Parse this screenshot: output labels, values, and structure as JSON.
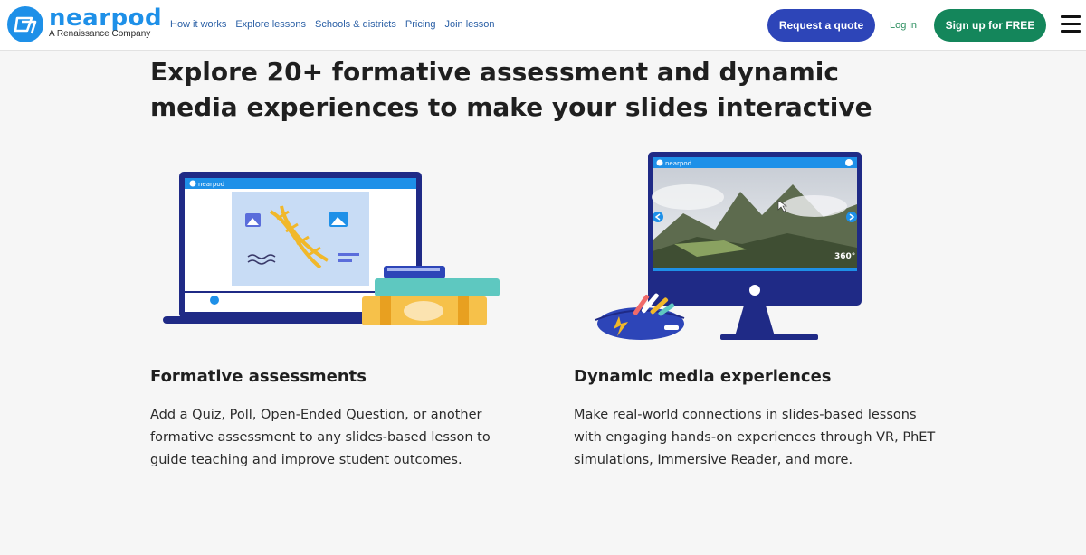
{
  "brand": {
    "name": "nearpod",
    "tagline": "A Renaissance Company",
    "primary_color": "#1e90e8"
  },
  "nav": {
    "items": [
      {
        "label": "How it works"
      },
      {
        "label": "Explore lessons"
      },
      {
        "label": "Schools & districts"
      },
      {
        "label": "Pricing"
      },
      {
        "label": "Join lesson"
      }
    ]
  },
  "header_actions": {
    "quote_label": "Request a quote",
    "login_label": "Log in",
    "signup_label": "Sign up for FREE"
  },
  "hero": {
    "headline": "Explore 20+ formative assessment and dynamic media experiences to make your slides interactive"
  },
  "features": [
    {
      "title": "Formative assessments",
      "body": "Add a Quiz, Poll, Open-Ended Question, or another formative assessment to any slides-based lesson to guide teaching and improve student outcomes."
    },
    {
      "title": "Dynamic media experiences",
      "body": "Make real-world connections in slides-based lessons with engaging hands-on experiences through VR, PhET simulations, Immersive Reader, and more."
    }
  ],
  "illustrations": {
    "laptop_brand": "nearpod",
    "monitor_brand": "nearpod",
    "vr_badge": "360°"
  },
  "colors": {
    "quote_button": "#2d45b8",
    "signup_button": "#14865b",
    "nav_link": "#2a5fa5",
    "login_link": "#2a8e5e"
  }
}
